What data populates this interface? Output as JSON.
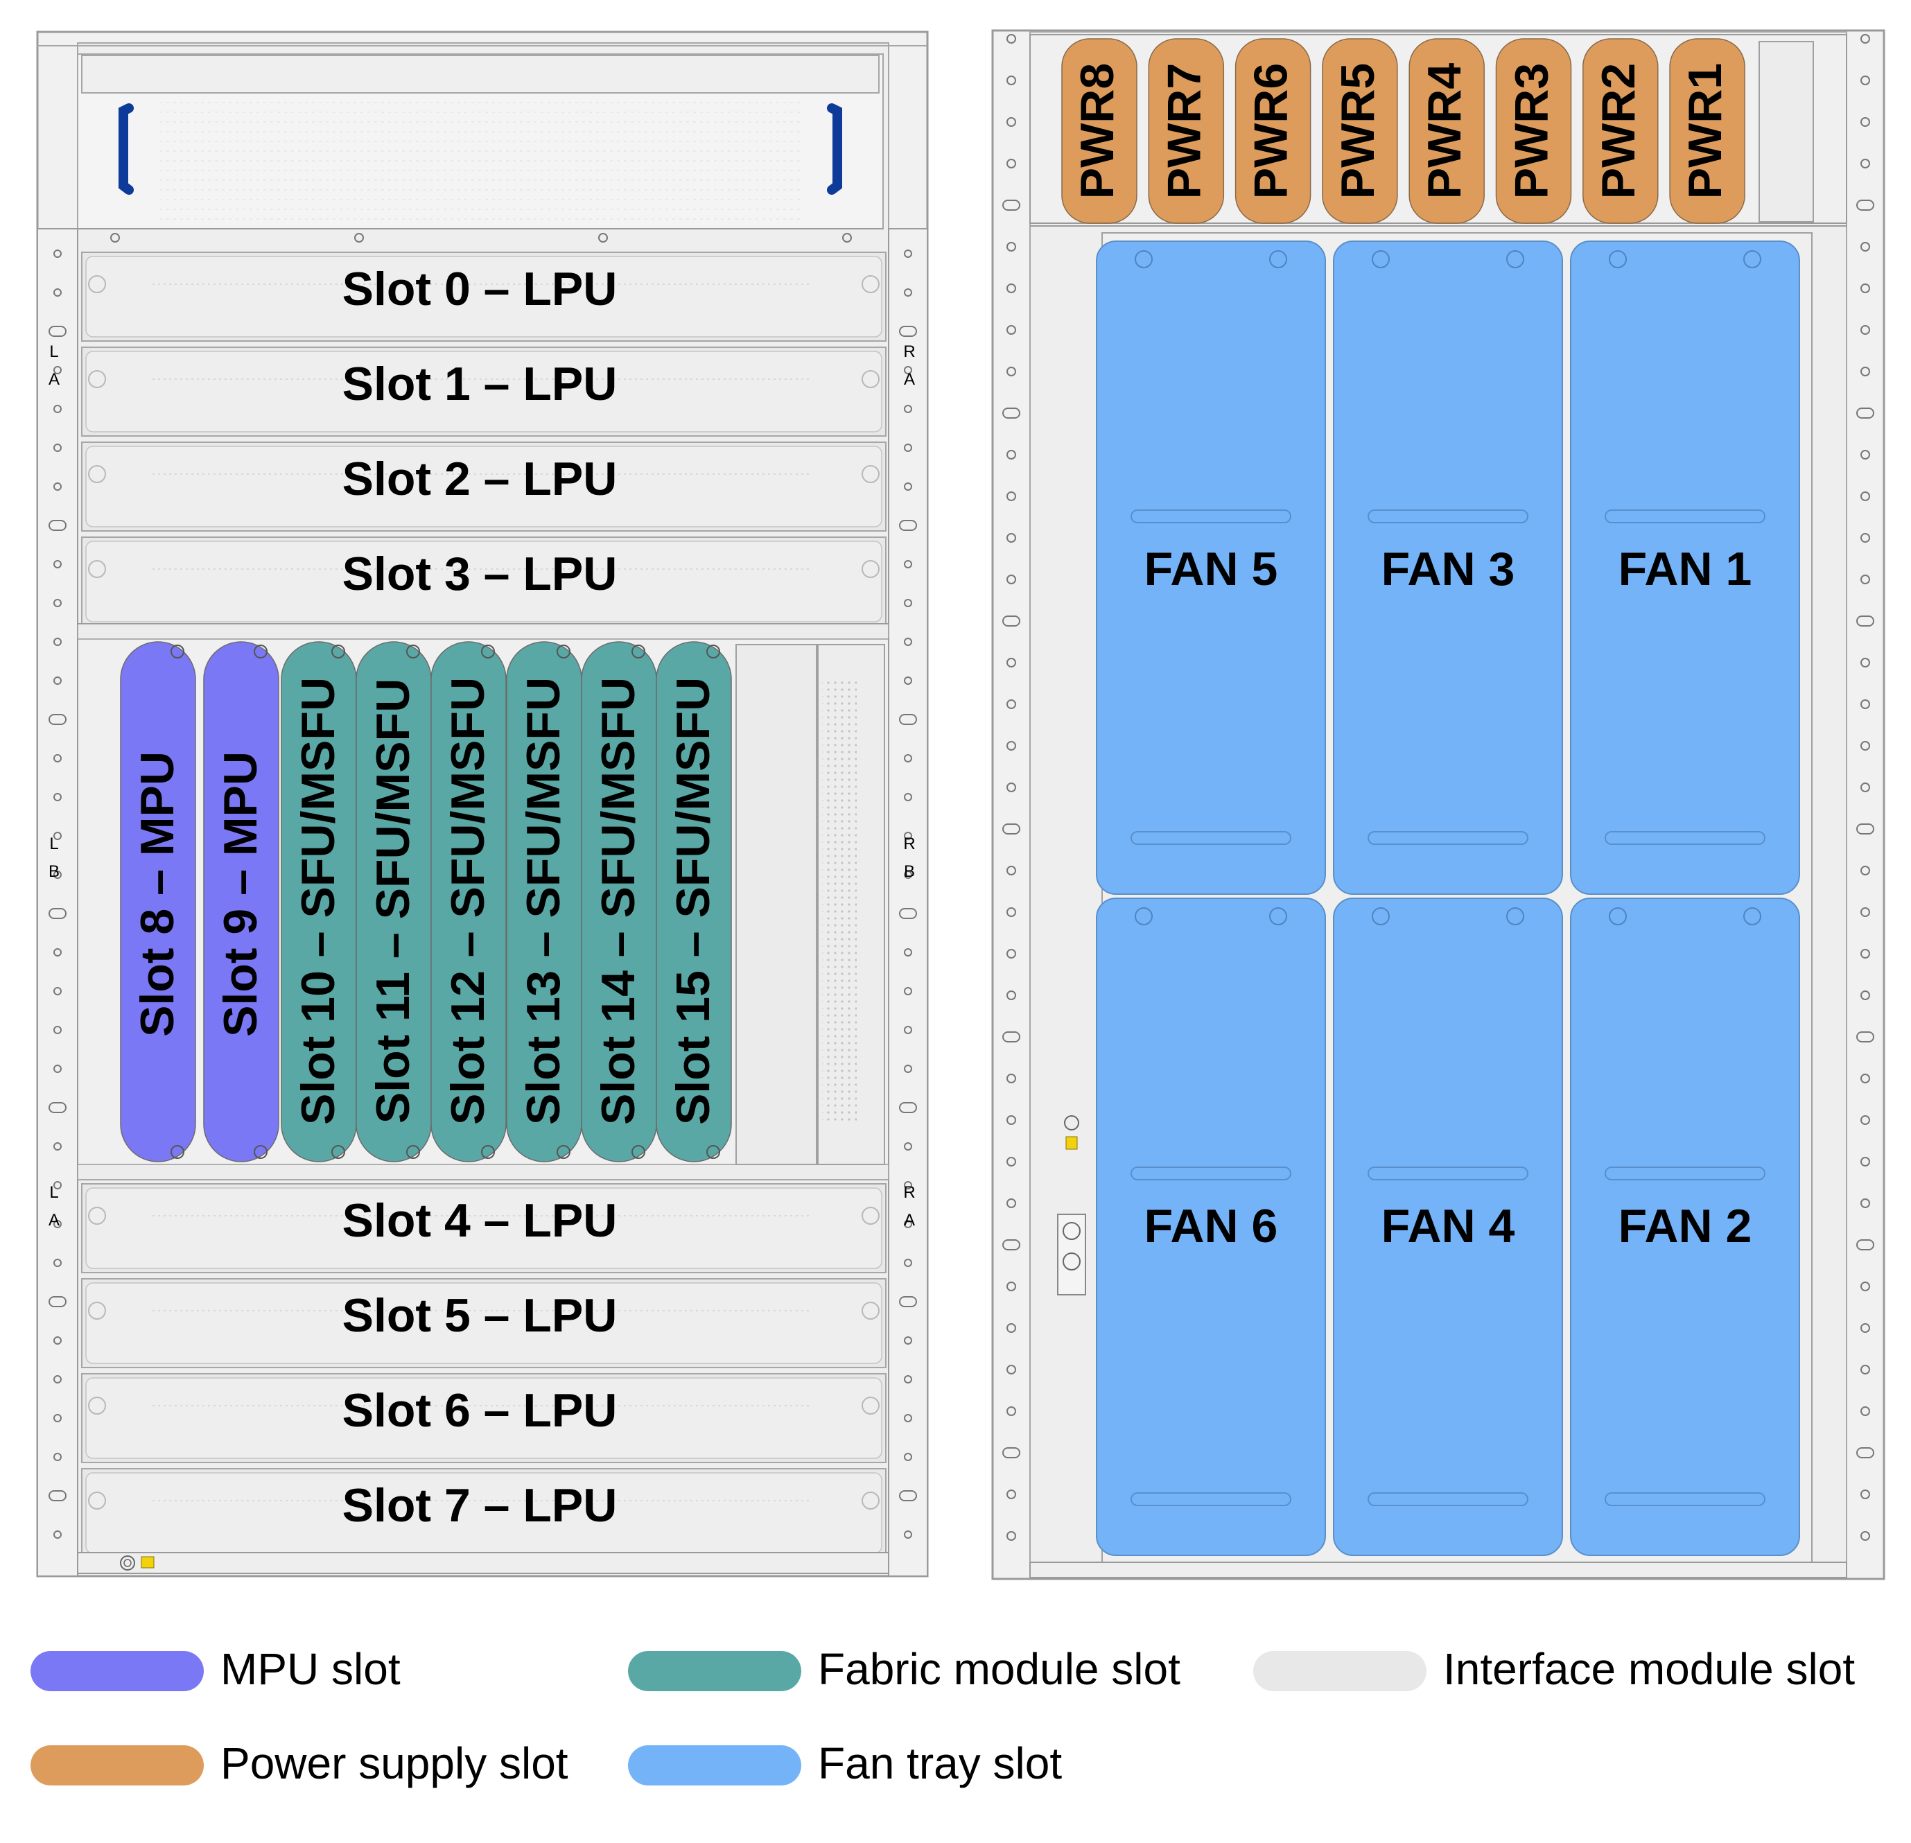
{
  "colors": {
    "mpu": "#7b78f5",
    "fabric": "#5aa8a6",
    "interface": "#e8e8e8",
    "power": "#dd9c5c",
    "fan": "#74b3f8",
    "chassis_fill": "#f1f1f1",
    "chassis_line": "#9a9a9a",
    "handle_blue": "#0e3a9a",
    "warning_yellow": "#f2d20f"
  },
  "front": {
    "lpu_top": [
      {
        "label": "Slot 0 – LPU"
      },
      {
        "label": "Slot 1 – LPU"
      },
      {
        "label": "Slot 2 – LPU"
      },
      {
        "label": "Slot 3 – LPU"
      }
    ],
    "lpu_bottom": [
      {
        "label": "Slot 4 – LPU"
      },
      {
        "label": "Slot 5 – LPU"
      },
      {
        "label": "Slot 6 – LPU"
      },
      {
        "label": "Slot 7 – LPU"
      }
    ],
    "mpu": [
      {
        "label": "Slot 8 – MPU"
      },
      {
        "label": "Slot 9 – MPU"
      }
    ],
    "fabric": [
      {
        "label": "Slot 10 – SFU/MSFU"
      },
      {
        "label": "Slot 11 – SFU/MSFU"
      },
      {
        "label": "Slot 12 – SFU/MSFU"
      },
      {
        "label": "Slot 13 – SFU/MSFU"
      },
      {
        "label": "Slot 14 – SFU/MSFU"
      },
      {
        "label": "Slot 15 – SFU/MSFU"
      }
    ],
    "rail_marks_left": [
      "L",
      "A",
      "L",
      "B",
      "L",
      "A"
    ],
    "rail_marks_right": [
      "R",
      "A",
      "R",
      "B",
      "R",
      "A"
    ]
  },
  "rear": {
    "power": [
      {
        "label": "PWR8"
      },
      {
        "label": "PWR7"
      },
      {
        "label": "PWR6"
      },
      {
        "label": "PWR5"
      },
      {
        "label": "PWR4"
      },
      {
        "label": "PWR3"
      },
      {
        "label": "PWR2"
      },
      {
        "label": "PWR1"
      }
    ],
    "fans_top": [
      {
        "label": "FAN 5"
      },
      {
        "label": "FAN 3"
      },
      {
        "label": "FAN 1"
      }
    ],
    "fans_bottom": [
      {
        "label": "FAN 6"
      },
      {
        "label": "FAN 4"
      },
      {
        "label": "FAN 2"
      }
    ]
  },
  "legend": [
    {
      "label": "MPU slot",
      "color_key": "mpu"
    },
    {
      "label": "Fabric module slot",
      "color_key": "fabric"
    },
    {
      "label": "Interface module slot",
      "color_key": "interface"
    },
    {
      "label": "Power supply slot",
      "color_key": "power"
    },
    {
      "label": "Fan tray slot",
      "color_key": "fan"
    }
  ]
}
